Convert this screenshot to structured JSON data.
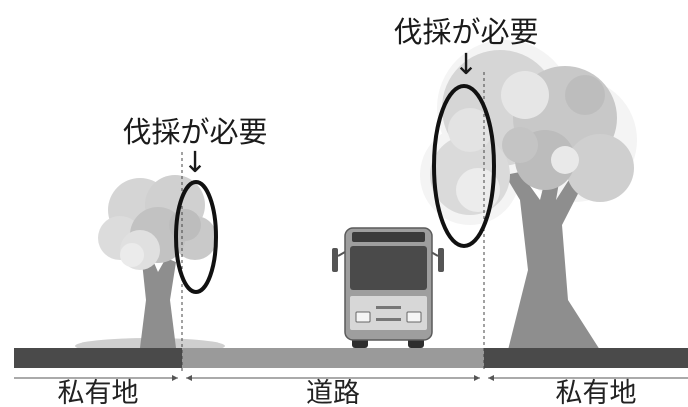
{
  "callouts": {
    "left": {
      "text": "伐採が必要",
      "arrow": "↓"
    },
    "right": {
      "text": "伐採が必要",
      "arrow": "↓"
    }
  },
  "zones": {
    "left": "私有地",
    "center": "道路",
    "right": "私有地"
  },
  "colors": {
    "road_dark": "#4a4a4a",
    "road_light": "#9a9a9a",
    "trunk": "#8e8e8e",
    "foliage_light": "#d8d8d8",
    "foliage_mid": "#b5b5b5",
    "ellipse_stroke": "#111111"
  }
}
